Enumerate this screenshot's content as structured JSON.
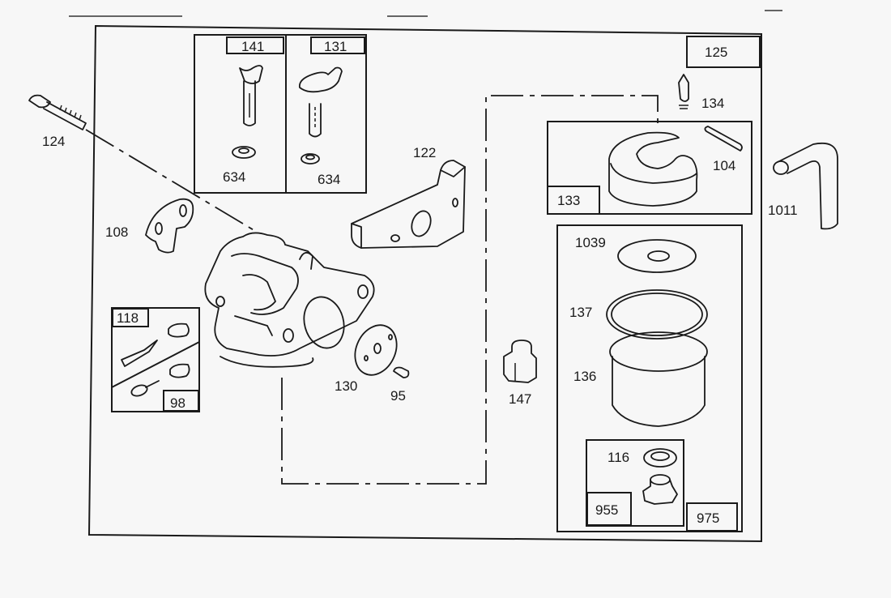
{
  "diagram": {
    "title": "Carburetor Assembly Exploded Parts Diagram",
    "parts": {
      "p141": "141",
      "p131": "131",
      "p634a": "634",
      "p634b": "634",
      "p124": "124",
      "p108": "108",
      "p122": "122",
      "p125": "125",
      "p134": "134",
      "p104": "104",
      "p133": "133",
      "p1011": "1011",
      "p1039": "1039",
      "p137": "137",
      "p136": "136",
      "p116": "116",
      "p955": "955",
      "p975": "975",
      "p118": "118",
      "p98": "98",
      "p130": "130",
      "p95": "95",
      "p147": "147"
    }
  }
}
